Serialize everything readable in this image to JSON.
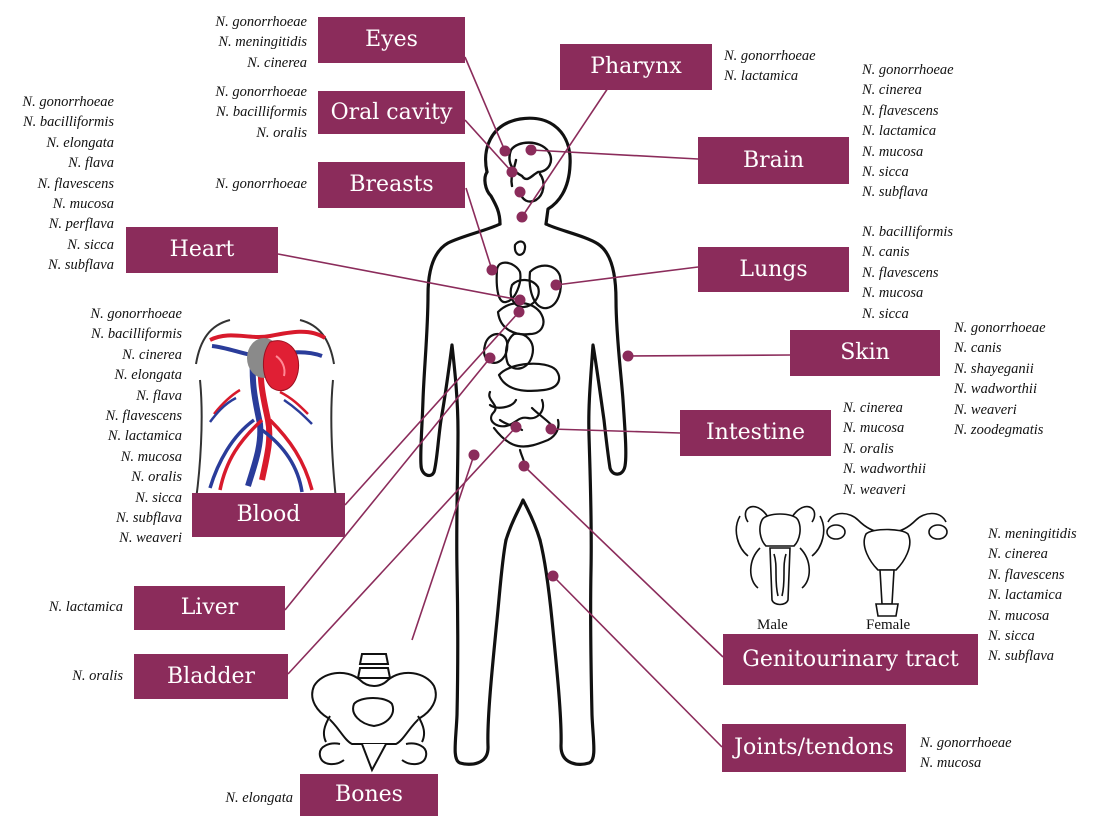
{
  "accent_color": "#8b2c5b",
  "sites": {
    "eyes": {
      "label": "Eyes",
      "species": [
        "N. gonorrhoeae",
        "N. meningitidis",
        "N. cinerea"
      ]
    },
    "oral_cavity": {
      "label": "Oral cavity",
      "species": [
        "N. gonorrhoeae",
        "N. bacilliformis",
        "N. oralis"
      ]
    },
    "breasts": {
      "label": "Breasts",
      "species": [
        "N. gonorrhoeae"
      ]
    },
    "heart": {
      "label": "Heart",
      "species": [
        "N. gonorrhoeae",
        "N. bacilliformis",
        "N. elongata",
        "N. flava",
        "N. flavescens",
        "N. mucosa",
        "N. perflava",
        "N. sicca",
        "N. subflava"
      ]
    },
    "blood": {
      "label": "Blood",
      "species": [
        "N. gonorrhoeae",
        "N. bacilliformis",
        "N. cinerea",
        "N. elongata",
        "N. flava",
        "N. flavescens",
        "N. lactamica",
        "N. mucosa",
        "N. oralis",
        "N. sicca",
        "N. subflava",
        "N. weaveri"
      ]
    },
    "liver": {
      "label": "Liver",
      "species": [
        "N. lactamica"
      ]
    },
    "bladder": {
      "label": "Bladder",
      "species": [
        "N. oralis"
      ]
    },
    "bones": {
      "label": "Bones",
      "species": [
        "N. elongata"
      ]
    },
    "pharynx": {
      "label": "Pharynx",
      "species": [
        "N. gonorrhoeae",
        "N. lactamica"
      ]
    },
    "brain": {
      "label": "Brain",
      "species": [
        "N. gonorrhoeae",
        "N. cinerea",
        "N. flavescens",
        "N. lactamica",
        "N. mucosa",
        "N. sicca",
        "N. subflava"
      ]
    },
    "lungs": {
      "label": "Lungs",
      "species": [
        "N. bacilliformis",
        "N. canis",
        "N. flavescens",
        "N. mucosa",
        "N. sicca"
      ]
    },
    "skin": {
      "label": "Skin",
      "species": [
        "N. gonorrhoeae",
        "N. canis",
        "N. shayeganii",
        "N. wadworthii",
        "N. weaveri",
        "N. zoodegmatis"
      ]
    },
    "intestine": {
      "label": "Intestine",
      "species": [
        "N. cinerea",
        "N. mucosa",
        "N. oralis",
        "N. wadworthii",
        "N. weaveri"
      ]
    },
    "genitourinary": {
      "label": "Genitourinary tract",
      "species": [
        "N. meningitidis",
        "N. cinerea",
        "N. flavescens",
        "N. lactamica",
        "N. mucosa",
        "N. sicca",
        "N. subflava"
      ]
    },
    "joints": {
      "label": "Joints/tendons",
      "species": [
        "N. gonorrhoeae",
        "N. mucosa"
      ]
    }
  },
  "captions": {
    "male": "Male",
    "female": "Female"
  },
  "icons": [
    "human-body-outline-icon",
    "circulatory-system-icon",
    "pelvis-bones-icon",
    "male-reproductive-organ-icon",
    "female-reproductive-organ-icon"
  ]
}
